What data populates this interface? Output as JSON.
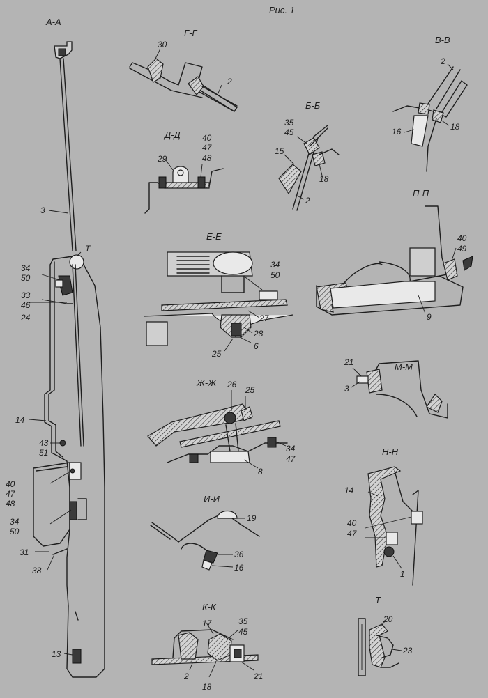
{
  "figure_title": "Рис. 1",
  "sections": {
    "aa": "А-А",
    "gg": "Г-Г",
    "vv": "В-В",
    "dd": "Д-Д",
    "bb": "Б-Б",
    "pp": "П-П",
    "ee": "Е-Е",
    "mm": "М-М",
    "zhzh": "Ж-Ж",
    "nn": "Н-Н",
    "ii": "И-И",
    "kk": "К-К",
    "t": "Т"
  },
  "callouts": {
    "aa": [
      "3",
      "Т",
      "34",
      "50",
      "33",
      "46",
      "24",
      "14",
      "43",
      "51",
      "40",
      "47",
      "48",
      "34",
      "50",
      "31",
      "38",
      "13"
    ],
    "gg": [
      "30",
      "2"
    ],
    "vv": [
      "2",
      "16",
      "18"
    ],
    "dd": [
      "29",
      "40",
      "47",
      "48"
    ],
    "bb": [
      "35",
      "45",
      "15",
      "18",
      "2"
    ],
    "pp": [
      "40",
      "49",
      "9"
    ],
    "ee": [
      "34",
      "50",
      "27",
      "28",
      "6",
      "25"
    ],
    "mm": [
      "21",
      "3"
    ],
    "zhzh": [
      "26",
      "25",
      "34",
      "47",
      "8"
    ],
    "nn": [
      "14",
      "40",
      "47",
      "1"
    ],
    "ii": [
      "19",
      "36",
      "16"
    ],
    "kk": [
      "17",
      "35",
      "45",
      "2",
      "18",
      "21"
    ],
    "t": [
      "20",
      "23"
    ]
  }
}
